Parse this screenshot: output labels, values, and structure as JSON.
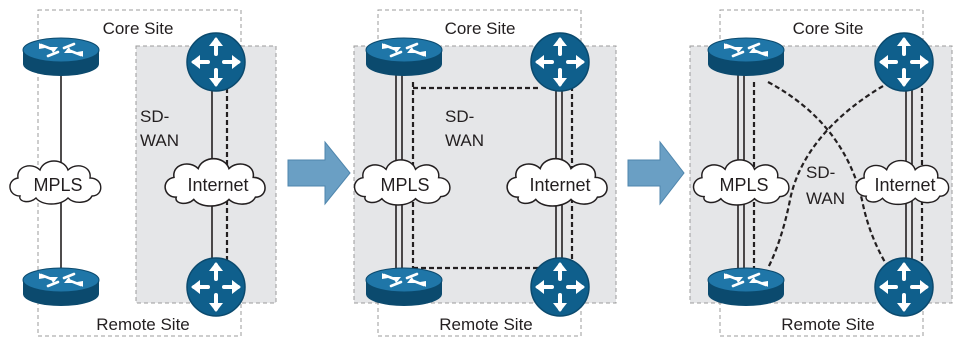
{
  "labels": {
    "core_site": "Core Site",
    "remote_site": "Remote Site",
    "mpls": "MPLS",
    "internet": "Internet",
    "sdwan_line1": "SD-",
    "sdwan_line2": "WAN"
  },
  "stages": [
    {
      "id": "stage-1",
      "description_hidden": false
    },
    {
      "id": "stage-2"
    },
    {
      "id": "stage-3"
    }
  ],
  "colors": {
    "router_fill": "#0f5f8c",
    "router_dark": "#0b4a6e",
    "sdwan_area": "#e5e6e8",
    "arrow_fill": "#6a9fc4",
    "line": "#231f20"
  },
  "icons": [
    "router-icon",
    "sdwan-router-icon",
    "cloud-icon",
    "arrow-right-icon"
  ]
}
